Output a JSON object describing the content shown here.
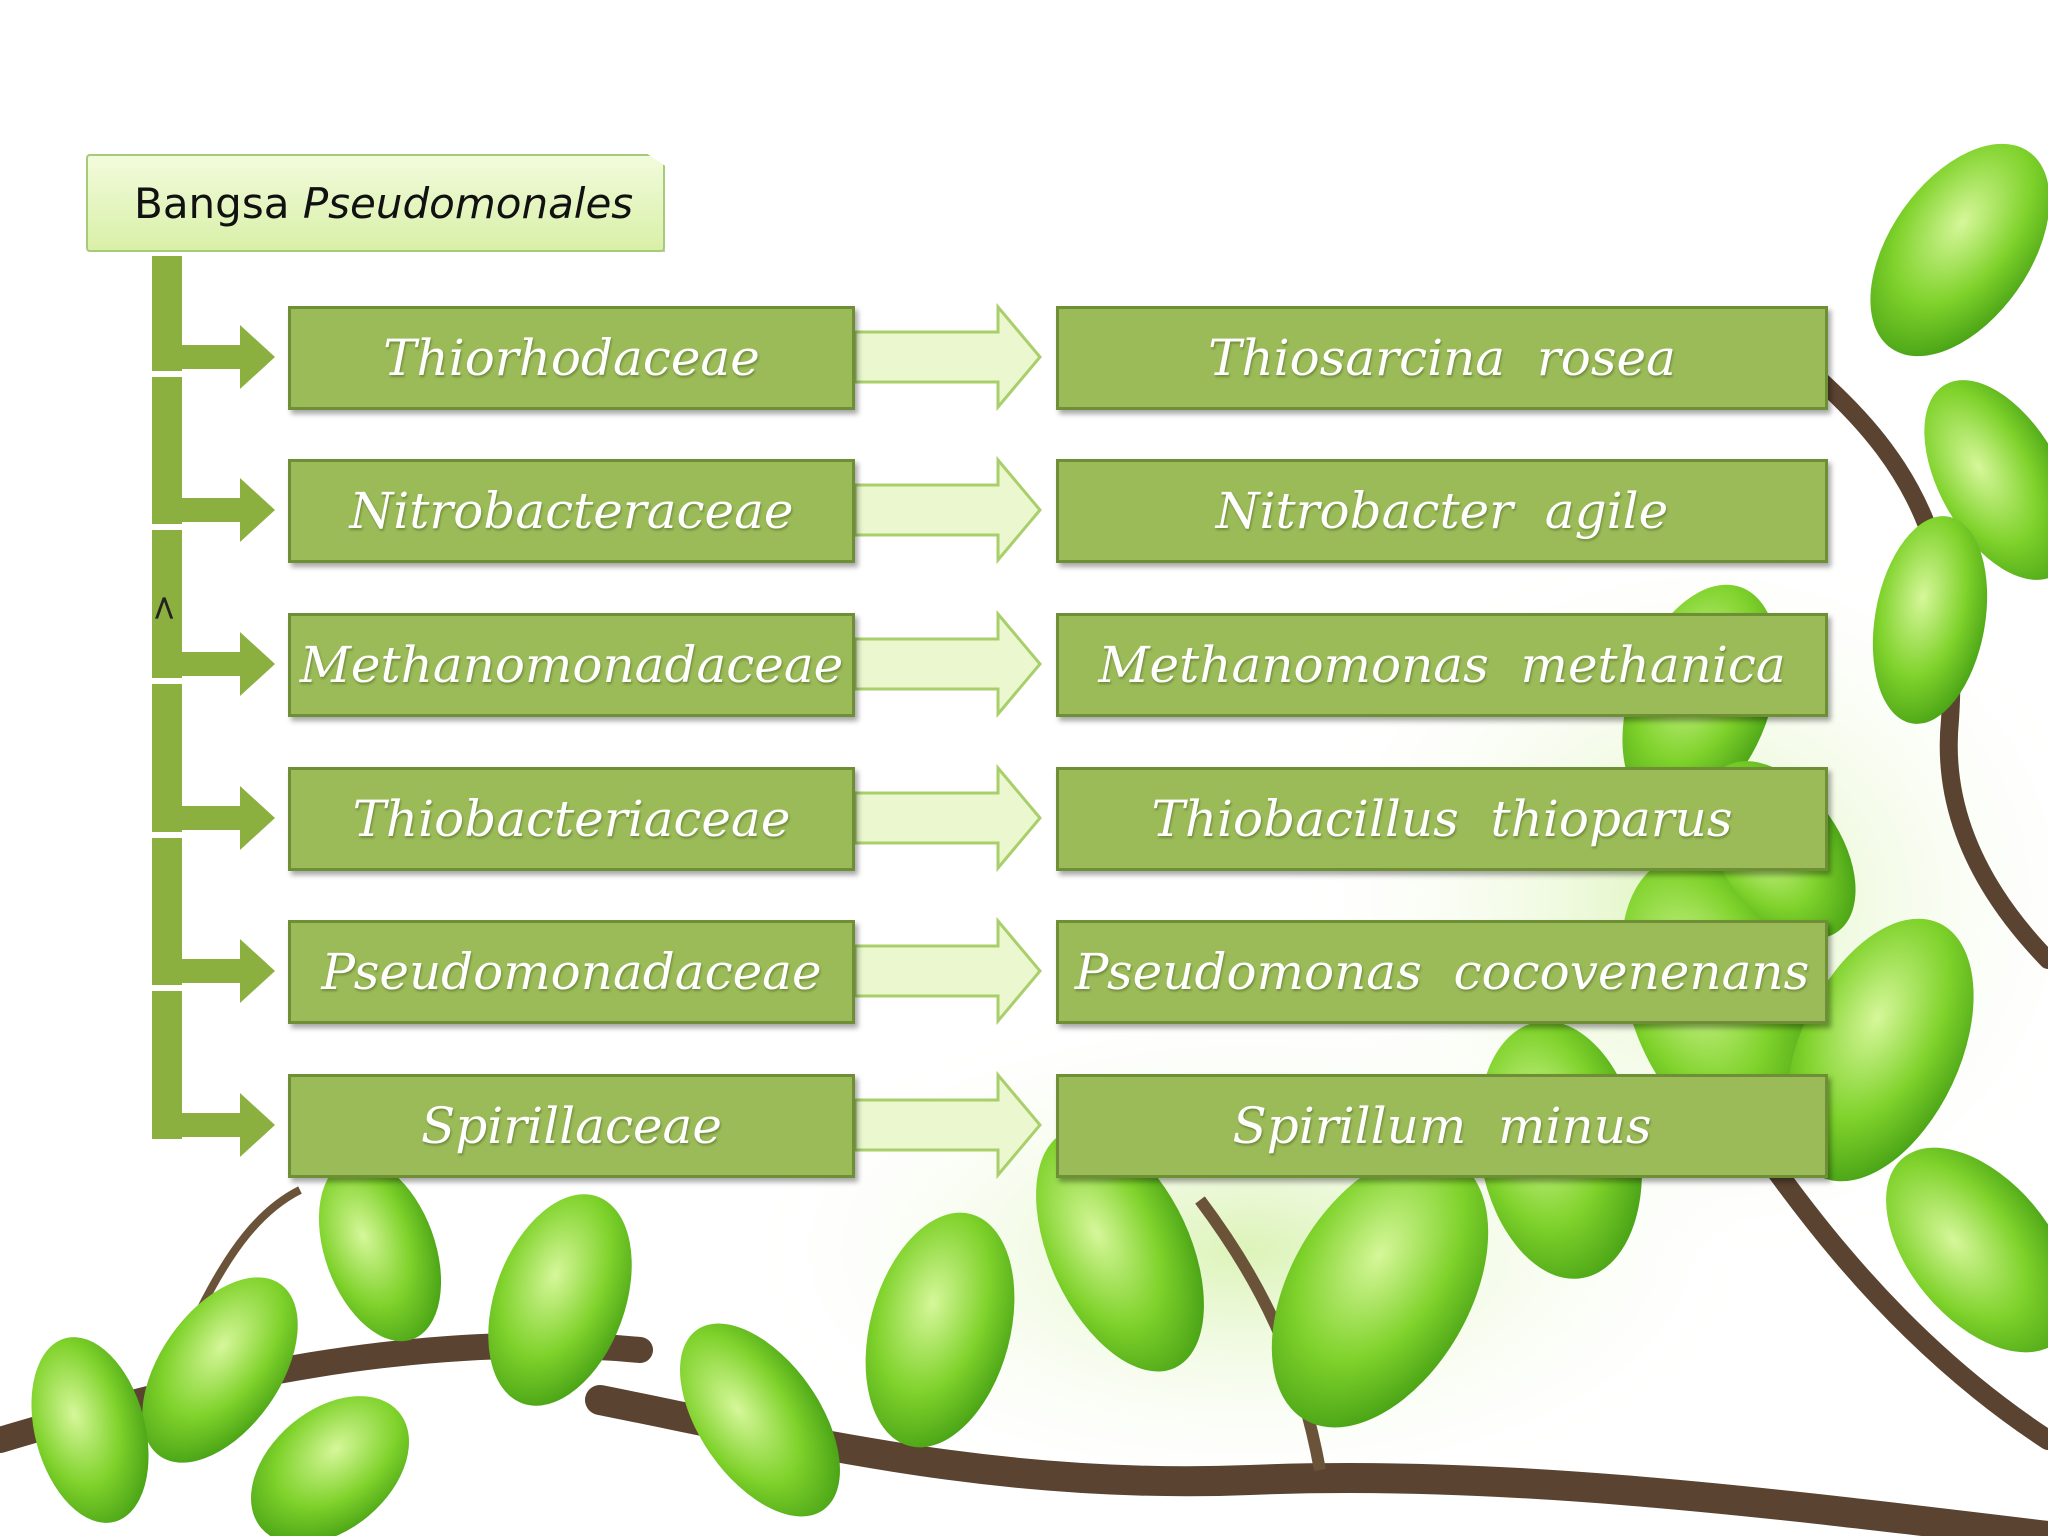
{
  "title": {
    "prefix": "Bangsa",
    "name": "Pseudomonales"
  },
  "families": [
    "Thiorhodaceae",
    "Nitrobacteraceae",
    "Methanomonadaceae",
    "Thiobacteriaceae",
    "Pseudomonadaceae",
    "Spirillaceae"
  ],
  "species": [
    "Thiosarcina  rosea",
    "Nitrobacter  agile",
    "Methanomonas  methanica",
    "Thiobacillus  thioparus",
    "Pseudomonas  cocovenenans",
    "Spirillum  minus"
  ],
  "stray_mark": "<",
  "colors": {
    "box_fill": "#9bbb59",
    "box_border": "#6f8f37",
    "connector": "#8cb03f",
    "arrow_fill": "#eaf7cf",
    "leaf": "#7ccf2a",
    "branch": "#5a4330"
  }
}
